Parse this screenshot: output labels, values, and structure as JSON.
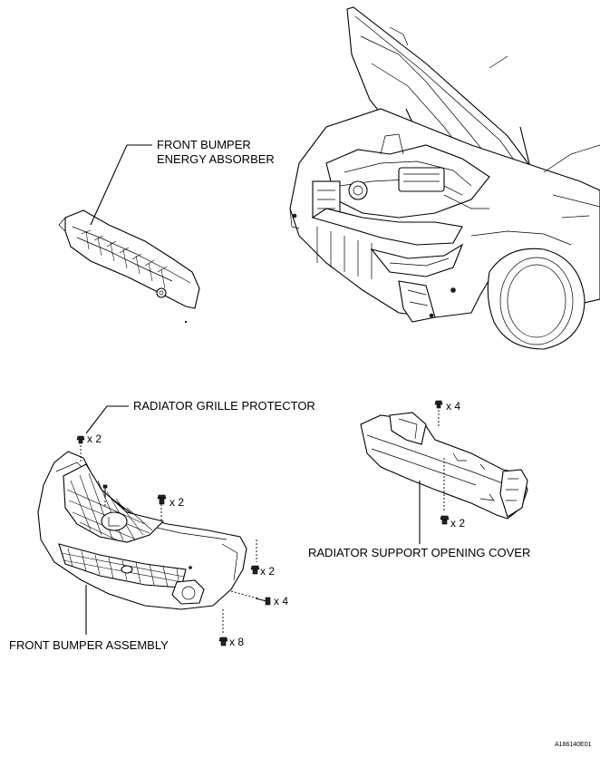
{
  "labels": {
    "energy_absorber_line1": "FRONT BUMPER",
    "energy_absorber_line2": "ENERGY ABSORBER",
    "grille_protector": "RADIATOR GRILLE PROTECTOR",
    "support_cover": "RADIATOR SUPPORT OPENING COVER",
    "bumper_assembly": "FRONT BUMPER ASSEMBLY"
  },
  "quantities": {
    "cover_top": "x 4",
    "cover_bottom": "x 2",
    "grille_clip": "x 2",
    "bumper_upper": "x 2",
    "bumper_side": "x 2",
    "bumper_screw": "x 4",
    "bumper_bottom": "x 8"
  },
  "figure_code": "A186140E01"
}
